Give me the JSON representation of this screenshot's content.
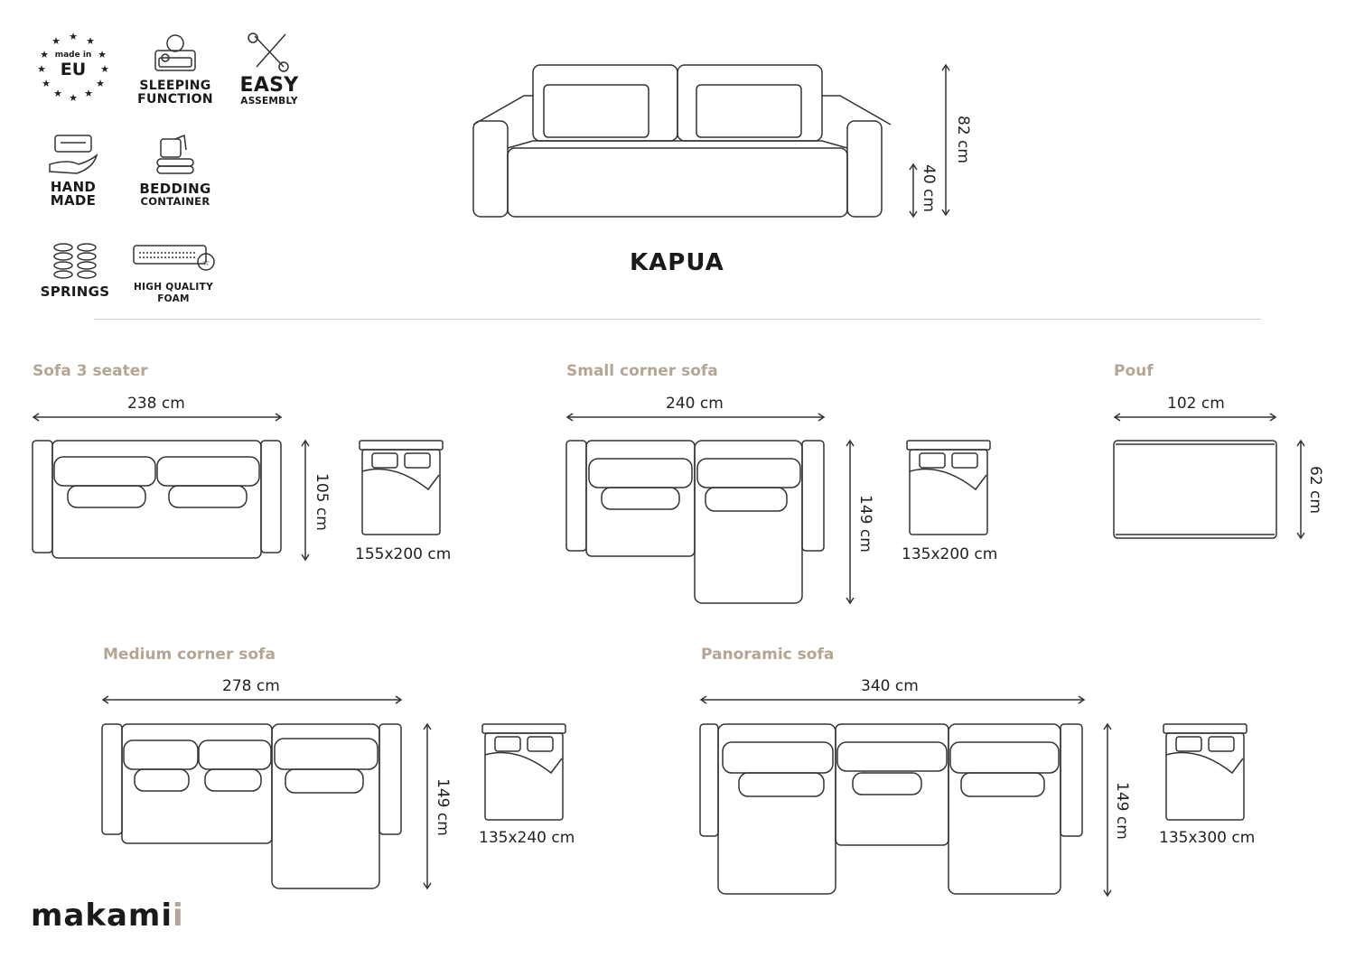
{
  "features": [
    {
      "id": "made-in-eu",
      "icon": "eu-stars-icon",
      "line1": "made in",
      "line2": "EU"
    },
    {
      "id": "sleeping-function",
      "icon": "sleeping-sofa-icon",
      "line1": "SLEEPING",
      "line2": "FUNCTION"
    },
    {
      "id": "easy-assembly",
      "icon": "tools-icon",
      "line1": "EASY",
      "line2": "ASSEMBLY"
    },
    {
      "id": "hand-made",
      "icon": "hand-sofa-icon",
      "line1": "HAND",
      "line2": "MADE"
    },
    {
      "id": "bedding-container",
      "icon": "bedding-icon",
      "line1": "BEDDING",
      "line2": "CONTAINER"
    },
    {
      "id": "springs",
      "icon": "springs-icon",
      "line1": "SPRINGS",
      "line2": ""
    },
    {
      "id": "high-quality-foam",
      "icon": "foam-badge-icon",
      "line1": "HIGH QUALITY",
      "line2": "FOAM"
    }
  ],
  "product": {
    "name": "KAPUA",
    "height_total": "82 cm",
    "seat_height": "40 cm"
  },
  "variants": [
    {
      "title": "Sofa 3 seater",
      "width": "238 cm",
      "depth": "105 cm",
      "bed": "155x200 cm"
    },
    {
      "title": "Small corner sofa",
      "width": "240 cm",
      "depth": "149 cm",
      "bed": "135x200 cm"
    },
    {
      "title": "Pouf",
      "width": "102 cm",
      "depth": "62 cm",
      "bed": ""
    },
    {
      "title": "Medium corner sofa",
      "width": "278 cm",
      "depth": "149 cm",
      "bed": "135x240 cm"
    },
    {
      "title": "Panoramic sofa",
      "width": "340 cm",
      "depth": "149 cm",
      "bed": "135x300 cm"
    }
  ],
  "brand": {
    "logo_main": "makam",
    "logo_i1": "i",
    "logo_i2": "i",
    "accent_color": "#b5a595"
  }
}
